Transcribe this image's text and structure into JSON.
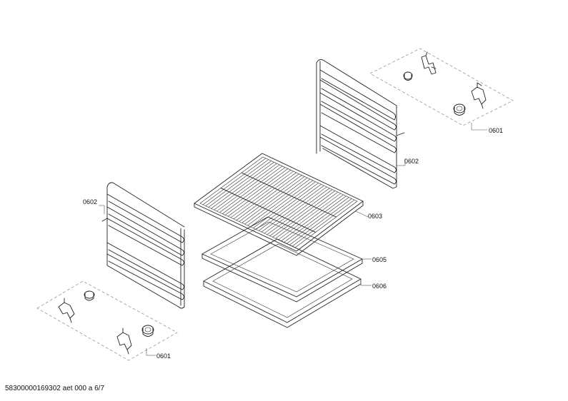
{
  "labels": {
    "top_right_clips": "0601",
    "right_rail": "0602",
    "left_rail": "0602",
    "wire_rack": "0603",
    "tray": "0605",
    "deep_tray": "0606",
    "bottom_left_clips": "0601"
  },
  "footer": "58300000169302 aet 000 a 6/7"
}
